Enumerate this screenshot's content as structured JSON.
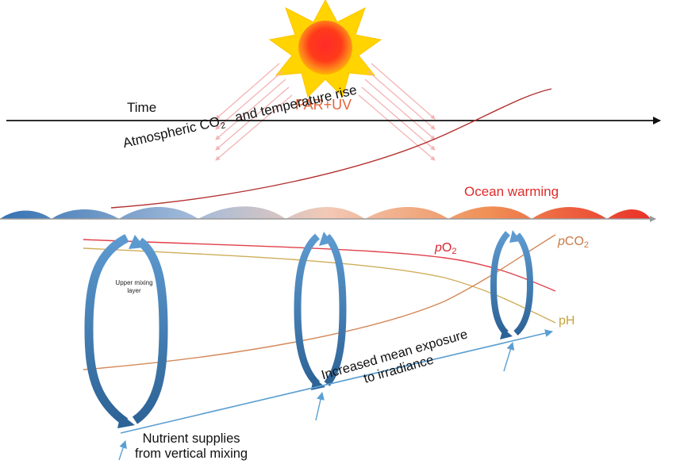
{
  "labels": {
    "time": "Time",
    "par_uv": "PAR+UV",
    "atmospheric_prefix": "Atmospheric CO",
    "atmospheric_sub": "2",
    "atmospheric_suffix": "and temperature rise",
    "ocean_warming": "Ocean warming",
    "po2_italic": "p",
    "po2_rest": "O",
    "po2_sub": "2",
    "pco2_italic": "p",
    "pco2_rest": "CO",
    "pco2_sub": "2",
    "ph": "pH",
    "upper_mixing_layer": "Upper mixing layer",
    "exposure_line1": "Increased mean exposure",
    "exposure_line2": "to irradiance",
    "nutrient_line1": "Nutrient supplies",
    "nutrient_line2": "from vertical mixing"
  },
  "colors": {
    "sun_core": "#ff2a1a",
    "sun_rays": "#ffd400",
    "time_axis": "#111111",
    "co2_curve": "#b2302f",
    "po2": "#e0404a",
    "pco2": "#d4895a",
    "ph": "#cfae5a",
    "mixing_arrows": "#3f7fb5",
    "exposure_arrow": "#5b9fd1",
    "ocean_cold": "#2e6fb0",
    "ocean_warm": "#e8331f"
  },
  "icons": [
    "sun-icon",
    "radiation-rays",
    "mixing-cycle-arrows",
    "exposure-arrow"
  ]
}
